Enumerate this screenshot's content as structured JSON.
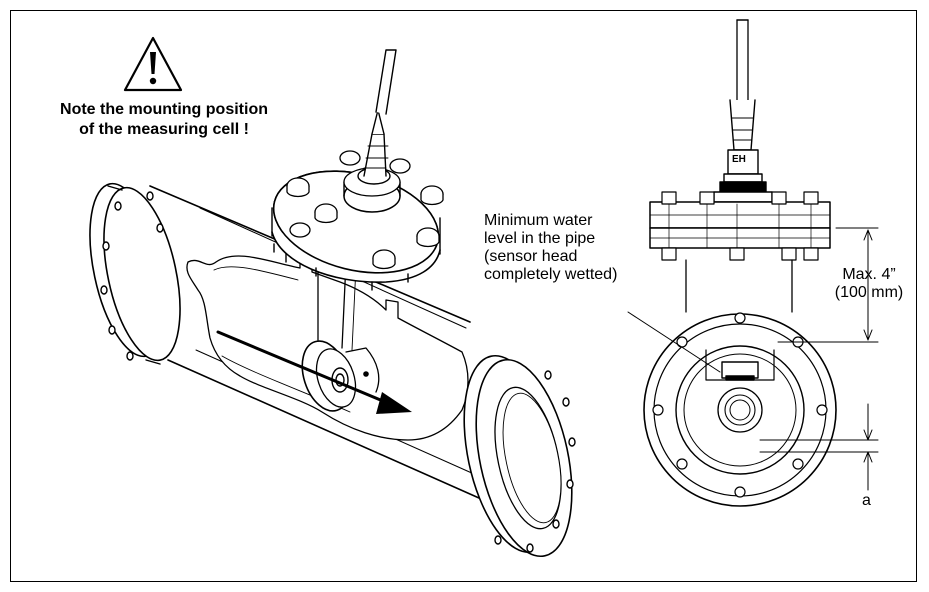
{
  "warning": {
    "icon": "warning-triangle-icon",
    "line1": "Note the mounting position",
    "line2": "of the measuring cell !"
  },
  "annotations": {
    "water_level": [
      "Minimum water",
      "level in the pipe",
      "(sensor head",
      "completely wetted)"
    ],
    "max_distance": [
      "Max. 4”",
      "(100 mm)"
    ],
    "distance_a": "a",
    "sensor_logo": "EH"
  }
}
